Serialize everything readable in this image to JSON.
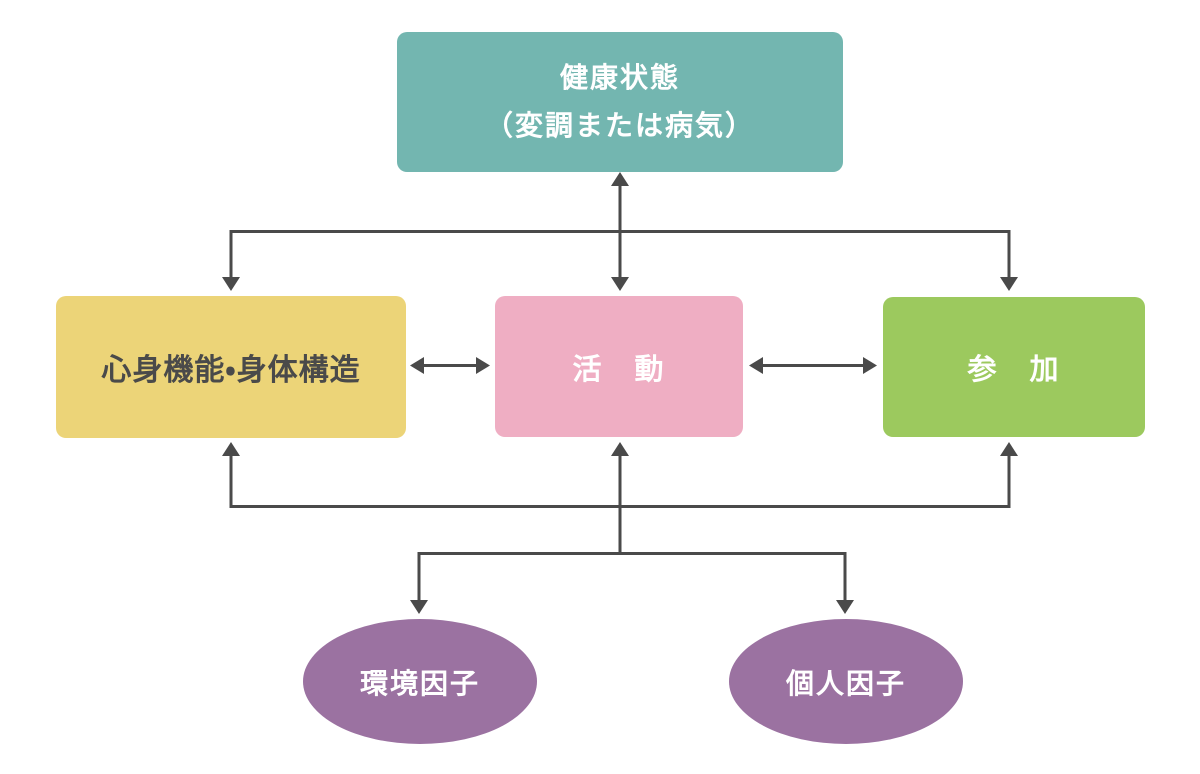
{
  "colors": {
    "background": "#ffffff",
    "health": "#73b6b0",
    "body": "#ecd478",
    "activity": "#efaec3",
    "participation": "#9cc95e",
    "factor": "#9b72a1",
    "arrow": "#4a4a4a",
    "text_light": "#ffffff",
    "text_dark": "#4a4a4a"
  },
  "nodes": {
    "health": {
      "line1": "健康状態",
      "line2": "（変調または病気）",
      "shape": "rounded-rect"
    },
    "body_functions": {
      "label": "心身機能・身体構造",
      "shape": "rounded-rect"
    },
    "activity": {
      "label": "活　動",
      "shape": "rounded-rect"
    },
    "participation": {
      "label": "参　加",
      "shape": "rounded-rect"
    },
    "environmental_factors": {
      "label": "環境因子",
      "shape": "ellipse"
    },
    "personal_factors": {
      "label": "個人因子",
      "shape": "ellipse"
    }
  },
  "edges": [
    {
      "from": "health",
      "to": "activity",
      "arrows": "both"
    },
    {
      "from": "health",
      "to": "body_functions",
      "arrows": "down-into-body_functions"
    },
    {
      "from": "health",
      "to": "participation",
      "arrows": "down-into-participation"
    },
    {
      "from": "body_functions",
      "to": "activity",
      "arrows": "both"
    },
    {
      "from": "activity",
      "to": "participation",
      "arrows": "both"
    },
    {
      "from": "factors-hub",
      "to": "body_functions",
      "arrows": "up-into-body_functions"
    },
    {
      "from": "factors-hub",
      "to": "activity",
      "arrows": "up-into-activity"
    },
    {
      "from": "factors-hub",
      "to": "participation",
      "arrows": "up-into-participation"
    },
    {
      "from": "factors-hub",
      "to": "environmental_factors",
      "arrows": "down-into-environmental_factors"
    },
    {
      "from": "factors-hub",
      "to": "personal_factors",
      "arrows": "down-into-personal_factors"
    }
  ]
}
